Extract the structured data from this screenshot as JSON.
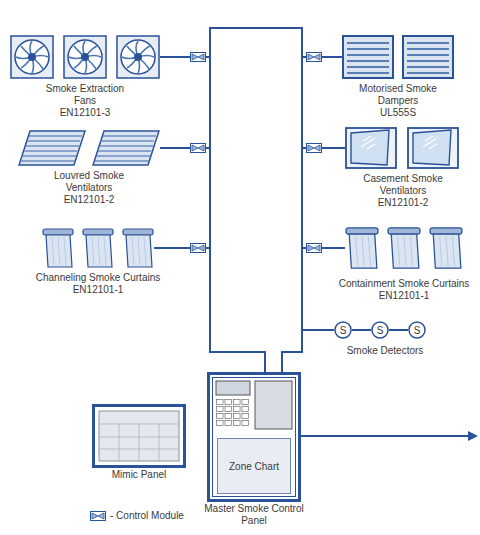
{
  "diagram": {
    "nodes": [
      {
        "text": [
          "Smoke Extraction Fans",
          "EN12101-3"
        ]
      },
      {
        "text": [
          "Motorised Smoke Dampers",
          "UL555S"
        ]
      },
      {
        "text": [
          "Louvred Smoke Ventilators",
          "EN12101-2"
        ]
      },
      {
        "text": [
          "Casement Smoke Ventilators",
          "EN12101-2"
        ]
      },
      {
        "text": [
          "Channeling Smoke Curtains",
          "EN12101-1"
        ]
      },
      {
        "text": [
          "Containment Smoke Curtains",
          "EN12101-1"
        ]
      },
      {
        "text": [
          "S"
        ]
      },
      {
        "text": [
          "S"
        ]
      },
      {
        "text": [
          "S"
        ]
      },
      {
        "text": [
          "Mimic Panel"
        ]
      },
      {
        "text": [
          "Master Smoke Control Panel"
        ]
      },
      {
        "text": [
          "Zone Chart"
        ],
        "in": 10
      }
    ],
    "edges": [
      {
        "from": 10,
        "to": 0,
        "arrow": "none"
      },
      {
        "from": 10,
        "to": 2,
        "arrow": "none"
      },
      {
        "from": 10,
        "to": 4,
        "arrow": "none"
      },
      {
        "from": 10,
        "to": 1,
        "arrow": "none"
      },
      {
        "from": 10,
        "to": 3,
        "arrow": "none"
      },
      {
        "from": 10,
        "to": 5,
        "arrow": "none"
      },
      {
        "from": 10,
        "to": 6,
        "arrow": "none"
      },
      {
        "from": 6,
        "to": 7,
        "arrow": "none"
      },
      {
        "from": 7,
        "to": 8,
        "arrow": "none"
      }
    ],
    "labels": [
      "Smoke Detectors"
    ],
    "legend": [
      {
        "text": "- Control Module"
      }
    ]
  }
}
